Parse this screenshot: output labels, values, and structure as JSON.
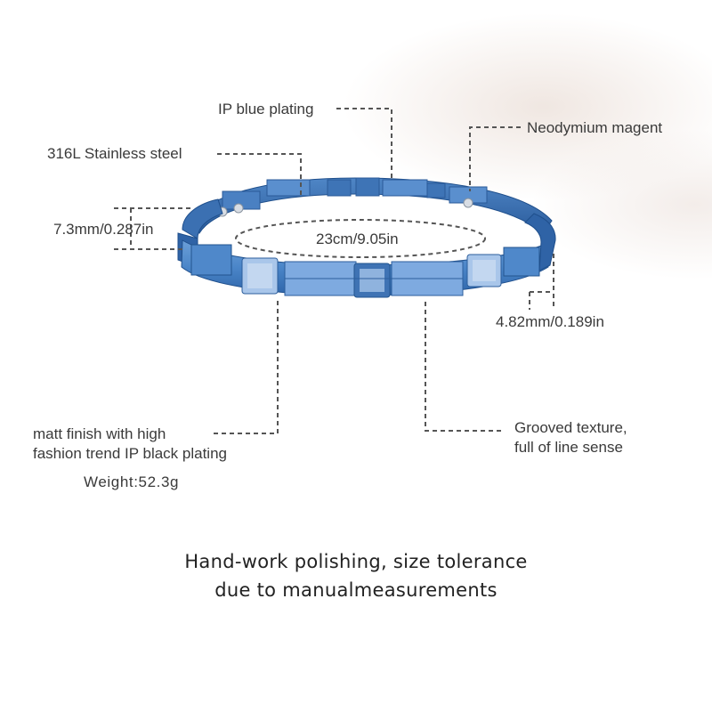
{
  "labels": {
    "plating": "IP blue plating",
    "material": "316L Stainless  steel",
    "magnet": "Neodymium magent",
    "width": "7.3mm/0.287in",
    "length": "23cm/9.05in",
    "thickness": "4.82mm/0.189in",
    "finish_line1": "matt finish with high",
    "finish_line2": "fashion trend IP black plating",
    "weight": "Weight:52.3g",
    "texture_line1": "Grooved texture,",
    "texture_line2": "full of line sense"
  },
  "footer": {
    "line1": "Hand-work polishing, size tolerance",
    "line2": "due to manualmeasurements"
  },
  "colors": {
    "bracelet_blue": "#3f7cc4",
    "bracelet_dark": "#245a9a",
    "bracelet_light": "#8fb5e0",
    "dash_line": "#555555"
  }
}
